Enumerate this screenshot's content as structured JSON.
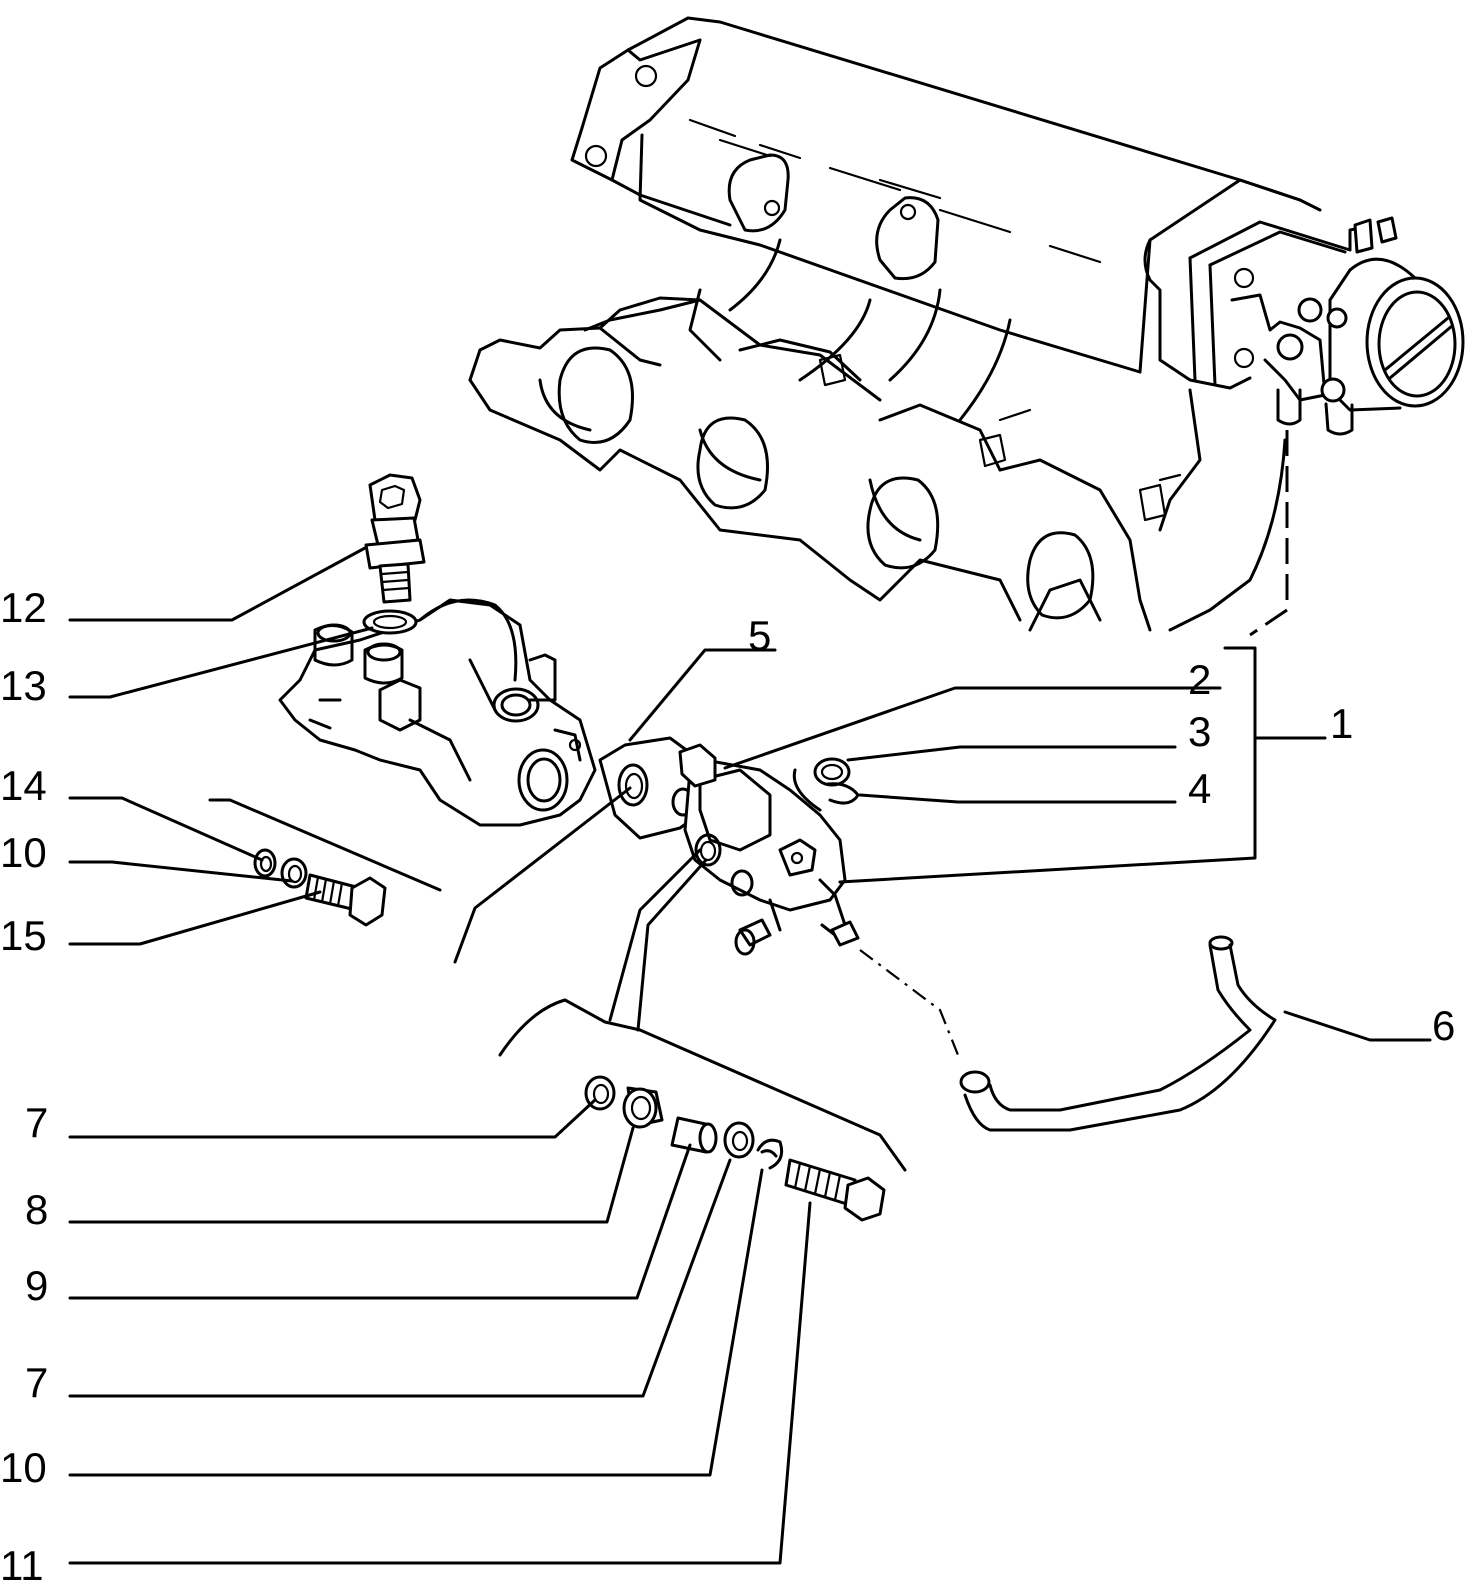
{
  "diagram": {
    "callouts": [
      {
        "id": "c12",
        "label": "12"
      },
      {
        "id": "c13",
        "label": "13"
      },
      {
        "id": "c14",
        "label": "14"
      },
      {
        "id": "c10a",
        "label": "10"
      },
      {
        "id": "c15",
        "label": "15"
      },
      {
        "id": "c5",
        "label": "5"
      },
      {
        "id": "c2",
        "label": "2"
      },
      {
        "id": "c3",
        "label": "3"
      },
      {
        "id": "c4",
        "label": "4"
      },
      {
        "id": "c1",
        "label": "1"
      },
      {
        "id": "c6",
        "label": "6"
      },
      {
        "id": "c7a",
        "label": "7"
      },
      {
        "id": "c8",
        "label": "8"
      },
      {
        "id": "c9",
        "label": "9"
      },
      {
        "id": "c7b",
        "label": "7"
      },
      {
        "id": "c10b",
        "label": "10"
      },
      {
        "id": "c11",
        "label": "11"
      }
    ]
  }
}
